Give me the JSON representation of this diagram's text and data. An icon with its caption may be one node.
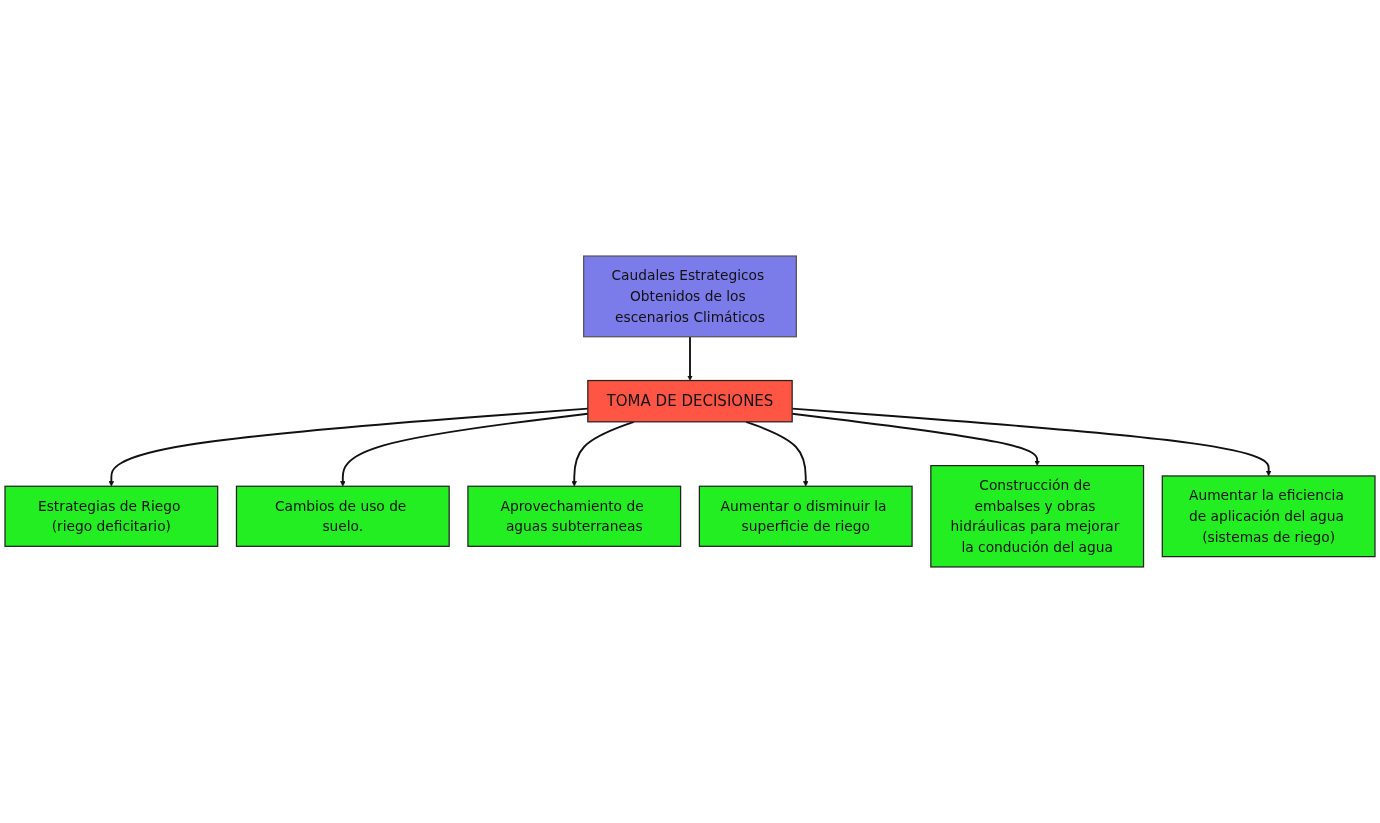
{
  "diagram": {
    "nodes": [
      {
        "text": [
          "Caudales Estrategicos Obtenidos de los escenarios Climáticos"
        ]
      },
      {
        "text": [
          "Estrategias de Riego (riego deficitario)"
        ]
      },
      {
        "text": [
          "Cambios de uso de suelo."
        ]
      },
      {
        "text": [
          "TOMA DE DECISIONES"
        ]
      },
      {
        "text": [
          "Aprovechamiento de aguas subterraneas"
        ]
      },
      {
        "text": [
          "Aumentar o disminuir la superficie de riego"
        ]
      },
      {
        "text": [
          "Construcción de embalses y obras hidráulicas para mejorar la condución del agua"
        ]
      },
      {
        "text": [
          "Aumentar la eficiencia de aplicación del agua (sistemas de riego)"
        ]
      }
    ],
    "edges": [
      {
        "from": 0,
        "to": 3,
        "arrow": "to"
      },
      {
        "from": 3,
        "to": 1,
        "arrow": "to"
      },
      {
        "from": 3,
        "to": 2,
        "arrow": "to"
      },
      {
        "from": 3,
        "to": 4,
        "arrow": "to"
      },
      {
        "from": 3,
        "to": 5,
        "arrow": "to"
      },
      {
        "from": 3,
        "to": 6,
        "arrow": "to"
      },
      {
        "from": 3,
        "to": 7,
        "arrow": "to"
      }
    ]
  }
}
